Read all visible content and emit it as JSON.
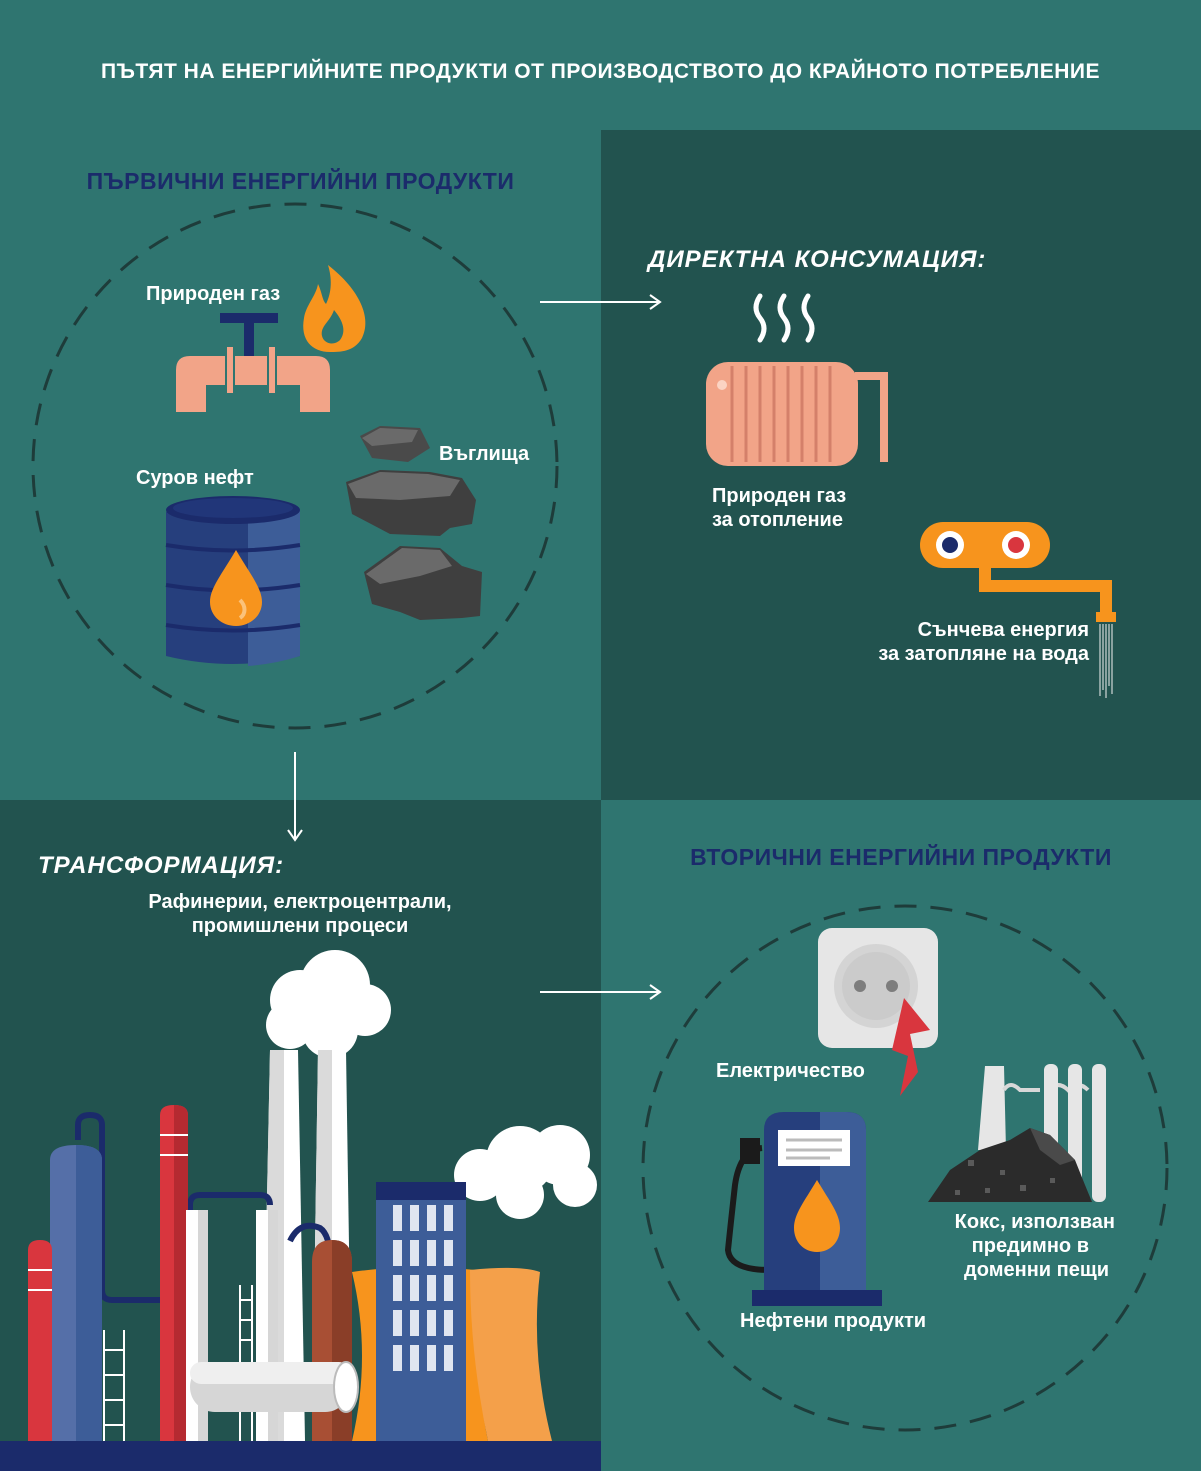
{
  "main_title": "ПЪТЯТ НА ЕНЕРГИЙНИТЕ ПРОДУКТИ ОТ ПРОИЗВОДСТВОТО ДО КРАЙНОТО ПОТРЕБЛЕНИЕ",
  "primary": {
    "title": "ПЪРВИЧНИ ЕНЕРГИЙНИ ПРОДУКТИ",
    "natural_gas": "Природен газ",
    "crude_oil": "Суров нефт",
    "coal": "Въглища"
  },
  "direct": {
    "title": "ДИРЕКТНА КОНСУМАЦИЯ:",
    "gas_heating_line1": "Природен газ",
    "gas_heating_line2": "за отопление",
    "solar_line1": "Сънчева енергия",
    "solar_line2": "за затопляне на вода"
  },
  "transformation": {
    "title": "ТРАНСФОРМАЦИЯ:",
    "desc_line1": "Рафинерии, електроцентрали,",
    "desc_line2": "промишлени процеси"
  },
  "secondary": {
    "title": "ВТОРИЧНИ ЕНЕРГИЙНИ ПРОДУКТИ",
    "electricity": "Електричество",
    "oil_products": "Нефтени продукти",
    "coke_line1": "Кокс, използван",
    "coke_line2": "предимно в",
    "coke_line3": "доменни пещи"
  },
  "colors": {
    "teal": "#2f7570",
    "dark_teal": "#22534f",
    "navy": "#1b2b6b",
    "salmon": "#f2a488",
    "orange": "#f7941d",
    "red": "#d9363e"
  },
  "icons": [
    "gas-pipe-icon",
    "flame-icon",
    "oil-barrel-icon",
    "coal-icon",
    "radiator-icon",
    "solar-heater-icon",
    "factory-icon",
    "power-socket-icon",
    "fuel-pump-icon",
    "coke-plant-icon"
  ]
}
